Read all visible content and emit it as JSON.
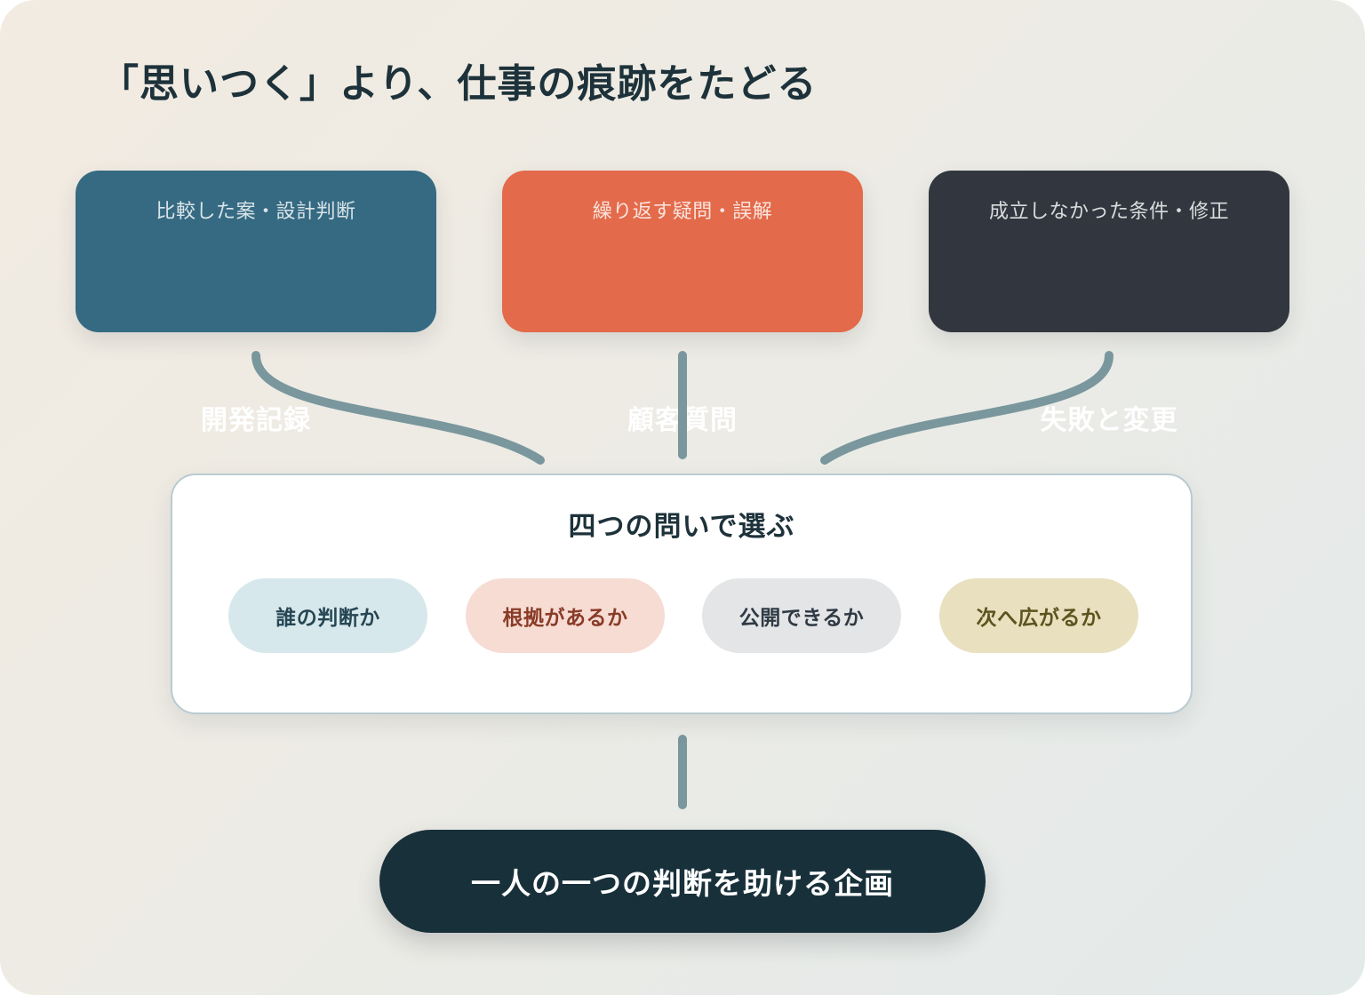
{
  "title": "「思いつく」より、仕事の痕跡をたどる",
  "sources": [
    {
      "title": "開発記録",
      "subtitle": "比較した案・設計判断",
      "color": "#356a82"
    },
    {
      "title": "顧客質問",
      "subtitle": "繰り返す疑問・誤解",
      "color": "#e36a4a"
    },
    {
      "title": "失敗と変更",
      "subtitle": "成立しなかった条件・修正",
      "color": "#32373f"
    }
  ],
  "filter": {
    "title": "四つの問いで選ぶ",
    "questions": [
      {
        "label": "誰の判断か",
        "bg": "#d7e8ec",
        "fg": "#264653"
      },
      {
        "label": "根拠があるか",
        "bg": "#f6dcd3",
        "fg": "#8a3b27"
      },
      {
        "label": "公開できるか",
        "bg": "#e4e5e6",
        "fg": "#2f3a44"
      },
      {
        "label": "次へ広がるか",
        "bg": "#e8e0bf",
        "fg": "#5c531e"
      }
    ]
  },
  "result": {
    "label": "一人の一つの判断を助ける企画",
    "color": "#18303a"
  },
  "connector_color": "#7a979e"
}
